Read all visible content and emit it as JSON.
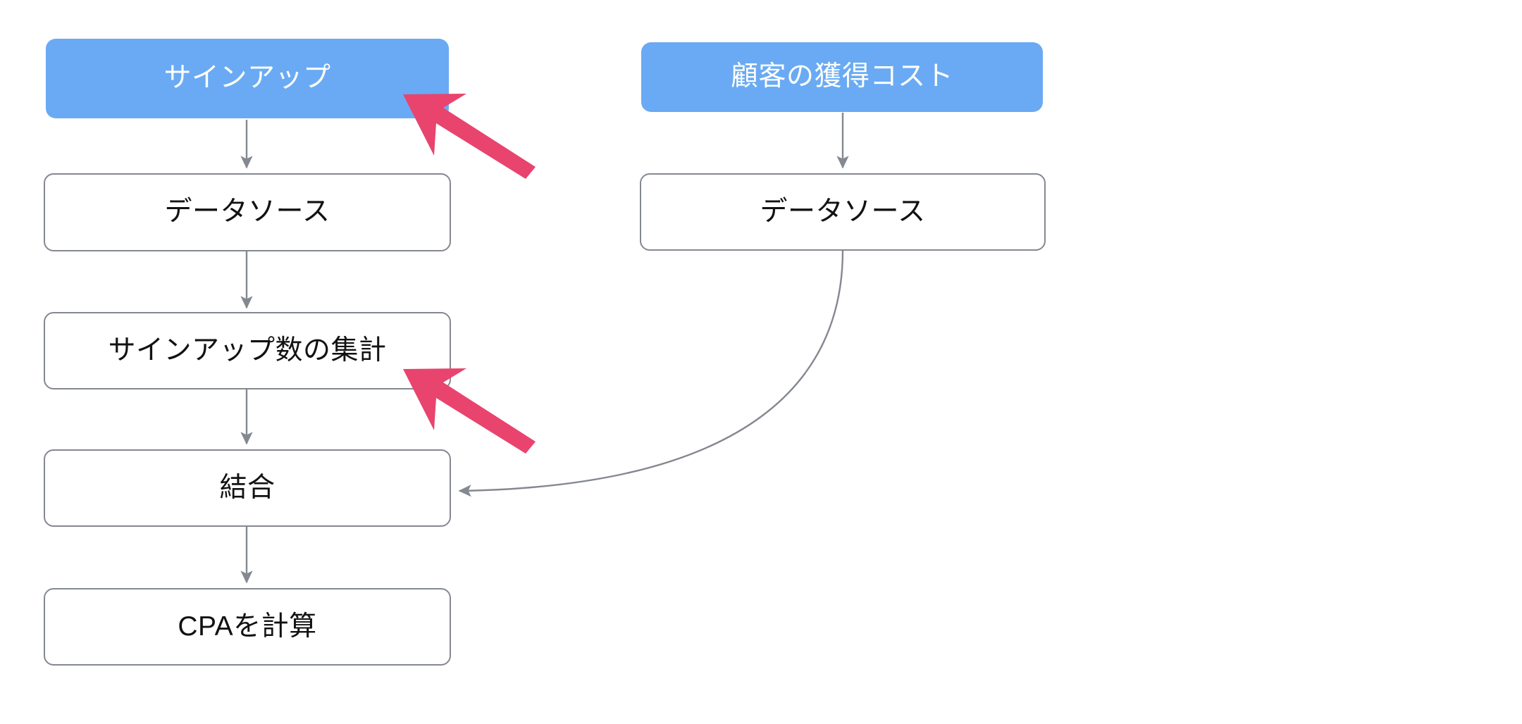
{
  "diagram": {
    "title": "CPA calculation flowchart",
    "background_color": "#ffffff",
    "source_node_color": "#6aaaf4",
    "source_text_color": "#fefffa",
    "step_border_color": "#848890",
    "step_text_color": "#121212",
    "connector_color": "#848890",
    "annotation_color": "#e8446e"
  },
  "nodes": {
    "signup_source": {
      "label": "サインアップ",
      "type": "source"
    },
    "signup_datasource": {
      "label": "データソース",
      "type": "step"
    },
    "signup_aggregate": {
      "label": "サインアップ数の集計",
      "type": "step"
    },
    "join": {
      "label": "結合",
      "type": "step"
    },
    "calc_cpa": {
      "label": "CPAを計算",
      "type": "step"
    },
    "cac_source": {
      "label": "顧客の獲得コスト",
      "type": "source"
    },
    "cac_datasource": {
      "label": "データソース",
      "type": "step"
    }
  },
  "connectors": [
    {
      "from": "signup_source",
      "to": "signup_datasource",
      "style": "straight-down"
    },
    {
      "from": "signup_datasource",
      "to": "signup_aggregate",
      "style": "straight-down"
    },
    {
      "from": "signup_aggregate",
      "to": "join",
      "style": "straight-down"
    },
    {
      "from": "join",
      "to": "calc_cpa",
      "style": "straight-down"
    },
    {
      "from": "cac_source",
      "to": "cac_datasource",
      "style": "straight-down"
    },
    {
      "from": "cac_datasource",
      "to": "join",
      "style": "curved-left"
    }
  ],
  "annotations": [
    {
      "name": "pointer-arrow-signup",
      "target": "signup_source",
      "color": "#e8446e"
    },
    {
      "name": "pointer-arrow-aggregate",
      "target": "signup_aggregate",
      "color": "#e8446e"
    }
  ]
}
